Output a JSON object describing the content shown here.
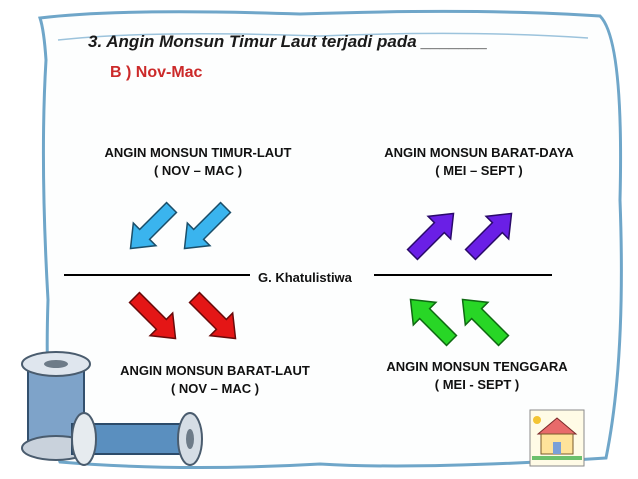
{
  "slide": {
    "question": "3.  Angin Monsun Timur Laut terjadi pada _______",
    "answer": "B )  Nov-Mac"
  },
  "quadrants": {
    "top_left": {
      "title": "ANGIN MONSUN TIMUR-LAUT",
      "period": "( NOV – MAC )",
      "arrow_color": "#3ab4ee"
    },
    "top_right": {
      "title": "ANGIN MONSUN BARAT-DAYA",
      "period": "( MEI – SEPT )",
      "arrow_color": "#6a1fe6"
    },
    "bottom_left": {
      "title": "ANGIN MONSUN BARAT-LAUT",
      "period": "( NOV – MAC )",
      "arrow_color": "#e41616"
    },
    "bottom_right": {
      "title": "ANGIN MONSUN TENGGARA",
      "period": "( MEI - SEPT )",
      "arrow_color": "#28d626"
    }
  },
  "equator": {
    "label": "G. Khatulistiwa"
  },
  "colors": {
    "frame_stroke": "#6fa6c9",
    "text": "#111111",
    "answer": "#cc2a2a"
  }
}
